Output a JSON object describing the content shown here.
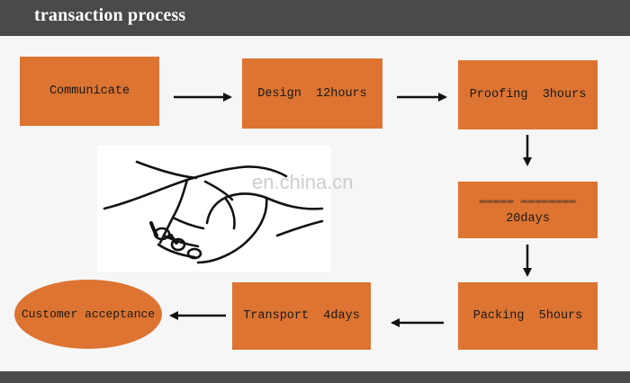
{
  "header": {
    "title": "transaction process"
  },
  "watermark": "en.china.cn",
  "steps": {
    "communicate": "Communicate",
    "design": "Design  12hours",
    "proofing": "Proofing  3hours",
    "production": "20days",
    "packing": "Packing  5hours",
    "transport": "Transport  4days",
    "acceptance": "Customer acceptance"
  },
  "colors": {
    "box": "#dd7431",
    "arrow": "#111111",
    "header_bg": "#4a4a4a"
  },
  "illustration": "handshake"
}
